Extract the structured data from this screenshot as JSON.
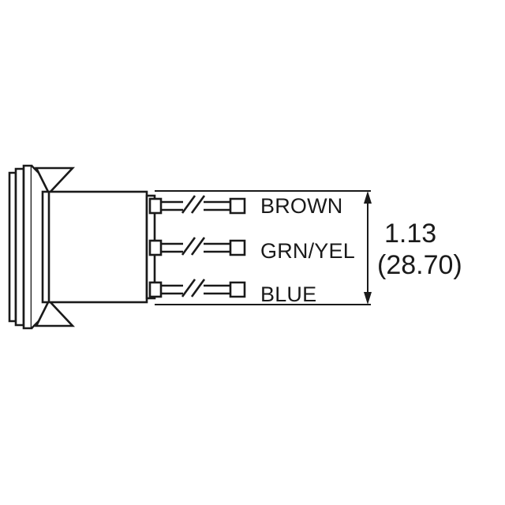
{
  "diagram": {
    "type": "mechanical-drawing",
    "subject": "panel-mount indicator with three lead wires",
    "background_color": "#ffffff",
    "line_color": "#1a1a1a",
    "wires": [
      {
        "id": "wire-1",
        "label": "BROWN"
      },
      {
        "id": "wire-2",
        "label": "GRN/YEL"
      },
      {
        "id": "wire-3",
        "label": "BLUE"
      }
    ],
    "dimension": {
      "name": "wire-length-dimension",
      "primary_value": "1.13",
      "metric_value": "(28.70)",
      "orientation": "vertical",
      "arrow_style": "double-ended"
    }
  }
}
